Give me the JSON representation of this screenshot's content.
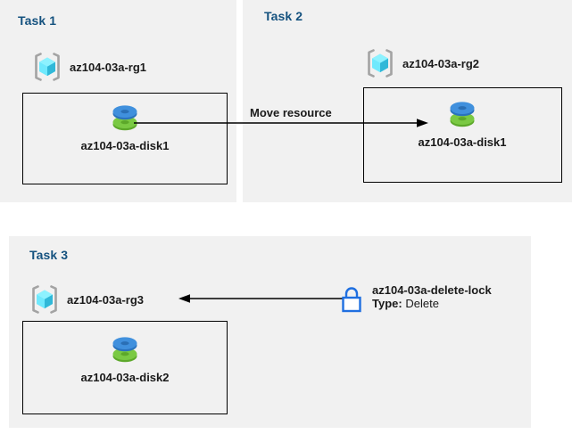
{
  "diagram": {
    "title": "Azure resource group tasks diagram",
    "colors": {
      "panel_background": "#f1f1f1",
      "page_background": "#ffffff",
      "task_title": "#15527f",
      "box_border": "#000000",
      "arrow": "#000000",
      "lock_blue": "#1f6fe0",
      "cube_cyan": "#50e6ff",
      "cube_cyan_dark": "#32b5cf",
      "bracket_gray": "#a3a3a3",
      "disk_blue": "#3a8cdd",
      "disk_green": "#6cbe28"
    }
  },
  "panels": [
    {
      "id": "task1",
      "title": "Task 1",
      "resource_group": {
        "label": "az104-03a-rg1",
        "icon": "resource-group-icon"
      },
      "resource": {
        "label": "az104-03a-disk1",
        "icon": "managed-disk-icon"
      }
    },
    {
      "id": "task2",
      "title": "Task 2",
      "resource_group": {
        "label": "az104-03a-rg2",
        "icon": "resource-group-icon"
      },
      "resource": {
        "label": "az104-03a-disk1",
        "icon": "managed-disk-icon"
      }
    },
    {
      "id": "task3",
      "title": "Task 3",
      "resource_group": {
        "label": "az104-03a-rg3",
        "icon": "resource-group-icon"
      },
      "resource": {
        "label": "az104-03a-disk2",
        "icon": "managed-disk-icon"
      }
    }
  ],
  "connectors": [
    {
      "id": "move-resource",
      "label": "Move resource",
      "direction": "right",
      "from": "az104-03a-disk1",
      "to": "az104-03a-rg2"
    },
    {
      "id": "lock-applies-to",
      "label": "",
      "direction": "left",
      "from": "az104-03a-delete-lock",
      "to": "az104-03a-rg3"
    }
  ],
  "lock": {
    "icon": "lock-icon",
    "name": "az104-03a-delete-lock",
    "type_key": "Type:",
    "type_value": "Delete"
  }
}
